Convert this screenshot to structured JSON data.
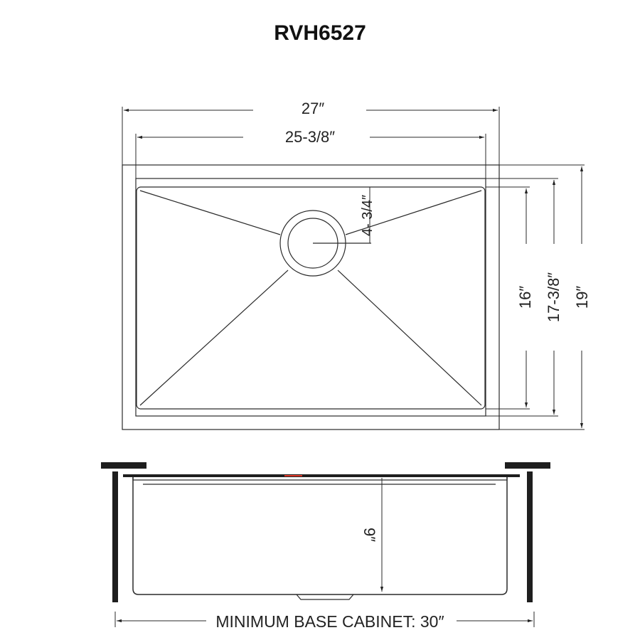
{
  "title": "RVH6527",
  "top_view": {
    "overall_width": "27″",
    "bowl_width": "25-3/8″",
    "drain_offset": "4- 3/4″",
    "bowl_depth_front_back": "16″",
    "flange_depth": "17-3/8″",
    "overall_depth": "19″"
  },
  "side_view": {
    "bowl_height": "9″",
    "min_cabinet": "MINIMUM BASE CABINET: 30″"
  },
  "colors": {
    "line": "#2a2a2a",
    "accent_red": "#e03a2a",
    "background": "#ffffff"
  }
}
